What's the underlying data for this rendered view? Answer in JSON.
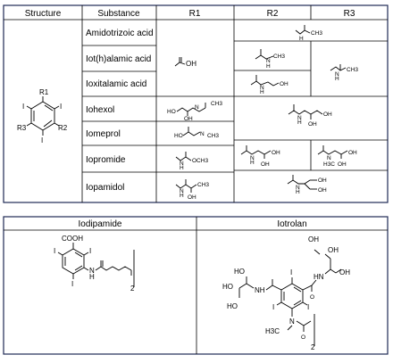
{
  "table1": {
    "headers": [
      "Structure",
      "Substance",
      "R1",
      "R2",
      "R3"
    ],
    "core": {
      "r1": "R1",
      "r2": "R2",
      "r3": "R3",
      "i": "I"
    },
    "substances": [
      "Amidotrizoic acid",
      "Iot(h)alamic acid",
      "Ioxitalamic acid",
      "Iohexol",
      "Iomeprol",
      "Iopromide",
      "Iopamidol"
    ],
    "fragments": {
      "oh": "OH",
      "ch3": "CH3",
      "h": "H",
      "n": "N",
      "ho": "HO",
      "och3": "OCH3",
      "h3c": "H3C"
    }
  },
  "table2": {
    "headers": [
      "Iodipamide",
      "Iotrolan"
    ],
    "iodipamide": {
      "cooh": "COOH",
      "i": "I",
      "n": "N",
      "h": "H",
      "subscript": "2"
    },
    "iotrolan": {
      "oh": "OH",
      "ho": "HO",
      "nh": "NH",
      "hn": "HN",
      "n": "N",
      "i": "I",
      "h3c": "H3C",
      "o": "O",
      "subscript": "2"
    }
  }
}
